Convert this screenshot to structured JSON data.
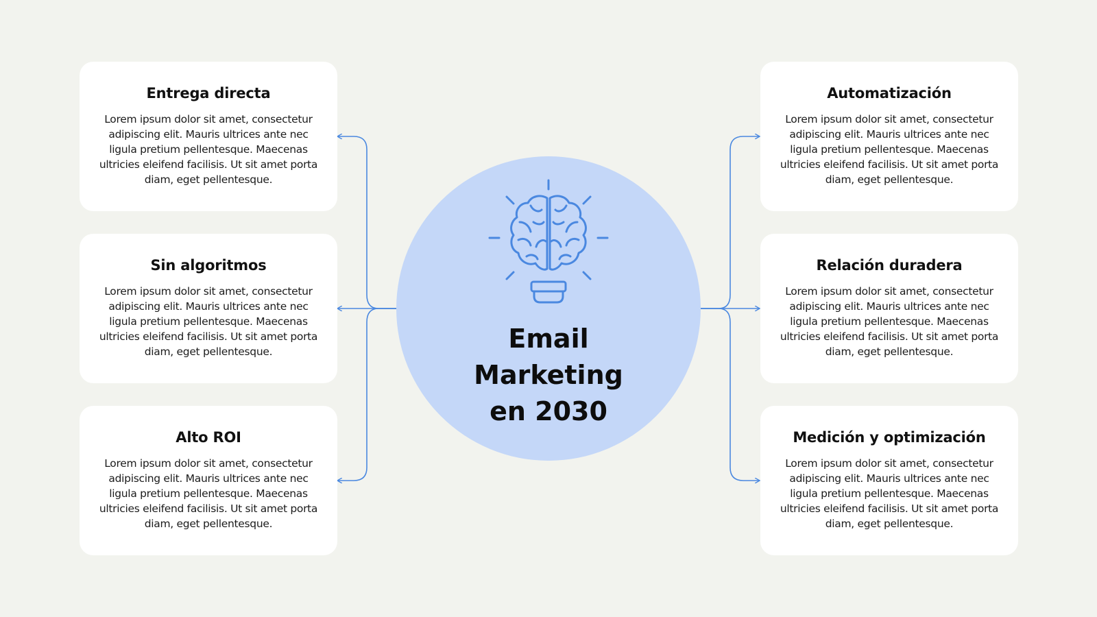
{
  "center": {
    "title_lines": [
      "Email",
      "Marketing",
      "en 2030"
    ],
    "icon": "lightbulb-brain-icon"
  },
  "left": [
    {
      "title": "Entrega directa",
      "body": "Lorem ipsum dolor sit amet, consectetur adipiscing elit. Mauris ultrices ante nec ligula pretium pellentesque. Maecenas ultricies eleifend facilisis. Ut sit amet porta diam, eget pellentesque."
    },
    {
      "title": "Sin algoritmos",
      "body": "Lorem ipsum dolor sit amet, consectetur adipiscing elit. Mauris ultrices ante nec ligula pretium pellentesque. Maecenas ultricies eleifend facilisis. Ut sit amet porta diam, eget pellentesque."
    },
    {
      "title": "Alto ROI",
      "body": "Lorem ipsum dolor sit amet, consectetur adipiscing elit. Mauris ultrices ante nec ligula pretium pellentesque. Maecenas ultricies eleifend facilisis. Ut sit amet porta diam, eget pellentesque."
    }
  ],
  "right": [
    {
      "title": "Automatización",
      "body": "Lorem ipsum dolor sit amet, consectetur adipiscing elit. Mauris ultrices ante nec ligula pretium pellentesque. Maecenas ultricies eleifend facilisis. Ut sit amet porta diam, eget pellentesque."
    },
    {
      "title": "Relación duradera",
      "body": "Lorem ipsum dolor sit amet, consectetur adipiscing elit. Mauris ultrices ante nec ligula pretium pellentesque. Maecenas ultricies eleifend facilisis. Ut sit amet porta diam, eget pellentesque."
    },
    {
      "title": "Medición y optimización",
      "body": "Lorem ipsum dolor sit amet, consectetur adipiscing elit. Mauris ultrices ante nec ligula pretium pellentesque. Maecenas ultricies eleifend facilisis. Ut sit amet porta diam, eget pellentesque."
    }
  ],
  "colors": {
    "background": "#f2f3ee",
    "card": "#ffffff",
    "hub": "#c4d7f8",
    "accent": "#4a88e0"
  }
}
